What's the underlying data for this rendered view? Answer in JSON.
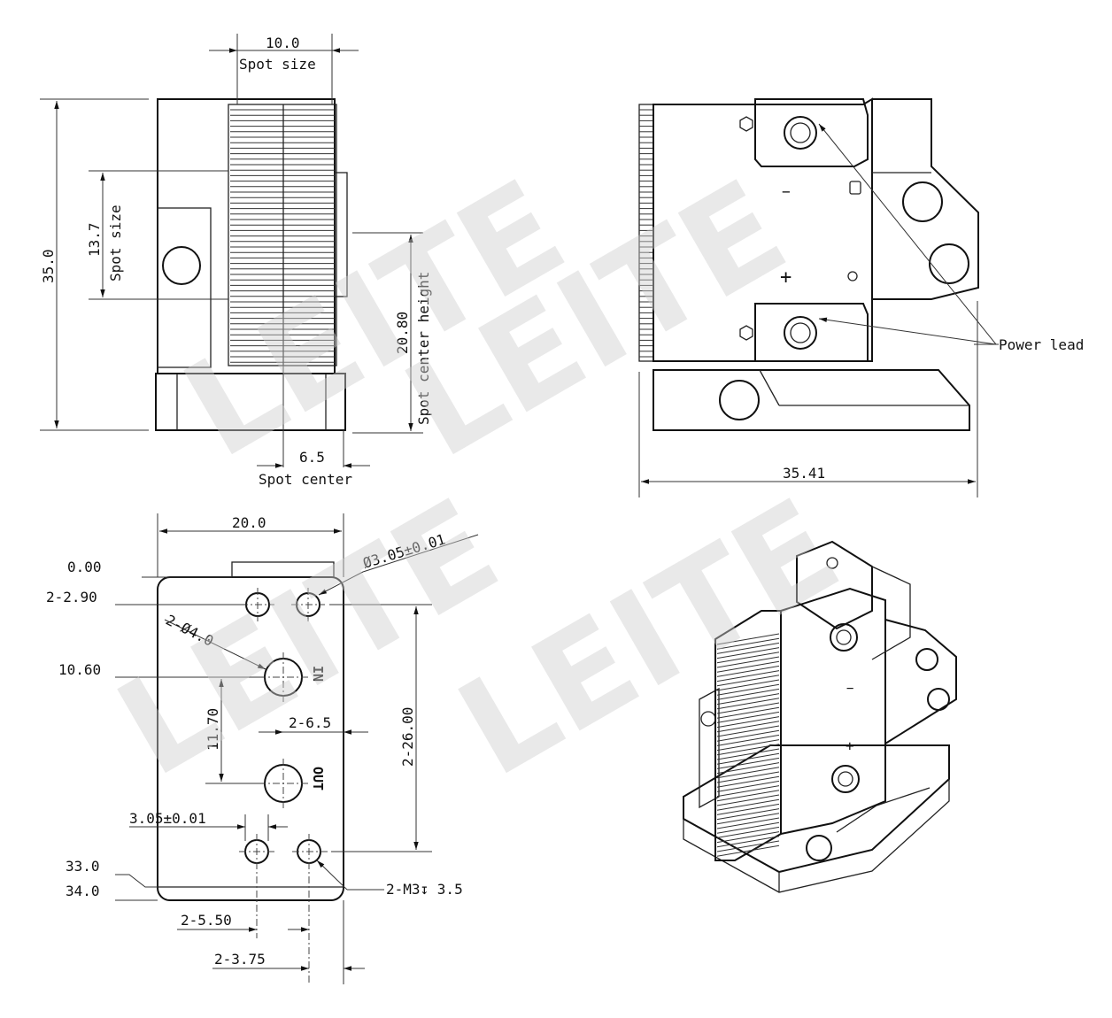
{
  "watermark": "LEITE",
  "side_view": {
    "dim_top_value": "10.0",
    "dim_top_label": "Spot size",
    "dim_left_value": "35.0",
    "dim_inner_value": "13.7",
    "dim_inner_label": "Spot size",
    "dim_right_value": "20.80",
    "dim_right_label": "Spot center height",
    "dim_bottom_value": "6.5",
    "dim_bottom_label": "Spot center"
  },
  "back_view": {
    "minus_sign": "−",
    "plus_sign": "+",
    "callout": "Power lead",
    "dim_width": "35.41"
  },
  "bottom_view": {
    "dim_width": "20.0",
    "hole_dim": "Ø3.05±0.01",
    "tap_label": "2-Ø4.0",
    "y_labels": [
      "0.00",
      "2-2.90",
      "10.60",
      "33.0",
      "34.0"
    ],
    "dim_11_70": "11.70",
    "dim_2_6_5": "2-6.5",
    "dim_2_26_00": "2-26.00",
    "port_in": "IN",
    "port_out": "OUT",
    "dim_3_05": "3.05±0.01",
    "thread_label": "2-M3↧ 3.5",
    "dim_2_5_50": "2-5.50",
    "dim_2_3_75": "2-3.75"
  }
}
